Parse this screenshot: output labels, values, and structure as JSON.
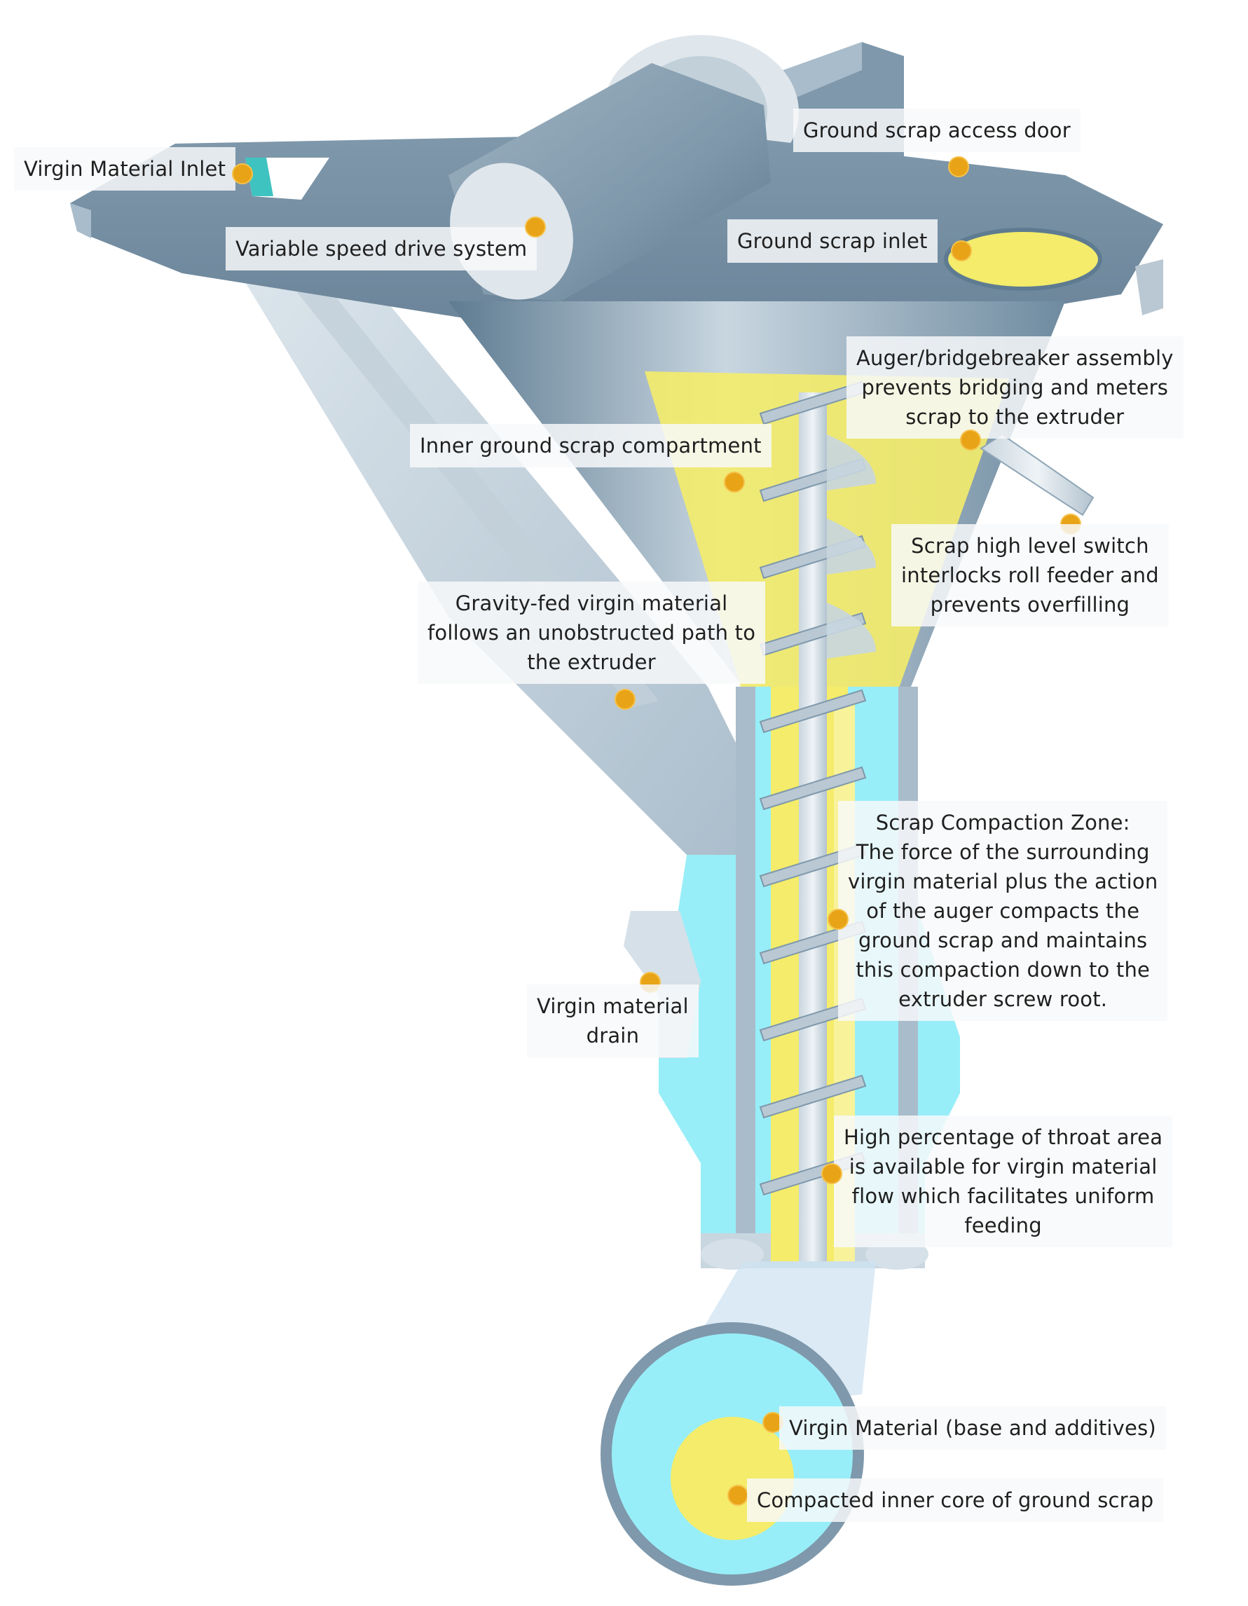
{
  "colors": {
    "background": "#ffffff",
    "steel": "#8fa6b7",
    "steel_light": "#c8d6e0",
    "steel_dark": "#5e7b91",
    "scrap_yellow": "#f4ec6a",
    "virgin_cyan": "#98eef8",
    "marker": "#e8a317"
  },
  "labels": {
    "virgin_material_inlet": "Virgin Material Inlet",
    "variable_speed_drive": "Variable speed drive system",
    "ground_scrap_access_door": "Ground scrap access door",
    "ground_scrap_inlet": "Ground scrap inlet",
    "auger_assembly": [
      "Auger/bridgebreaker assembly",
      "prevents bridging and meters",
      "scrap to the extruder"
    ],
    "inner_compartment": "Inner ground scrap compartment",
    "high_level_switch": [
      "Scrap high level switch",
      "interlocks roll feeder and",
      "prevents overfilling"
    ],
    "gravity_fed": [
      "Gravity-fed virgin material",
      "follows an unobstructed path to",
      "the extruder"
    ],
    "compaction_zone": [
      "Scrap Compaction Zone:",
      "The force of the surrounding",
      "virgin material plus the action",
      "of the auger compacts the",
      "ground scrap and maintains",
      "this compaction down to the",
      "extruder screw root."
    ],
    "virgin_drain": [
      "Virgin material",
      "drain"
    ],
    "throat_area": [
      "High percentage of throat area",
      "is available for virgin material",
      "flow which facilitates uniform",
      "feeding"
    ],
    "virgin_material_base": "Virgin Material (base and additives)",
    "compacted_core": "Compacted inner core of ground scrap"
  }
}
